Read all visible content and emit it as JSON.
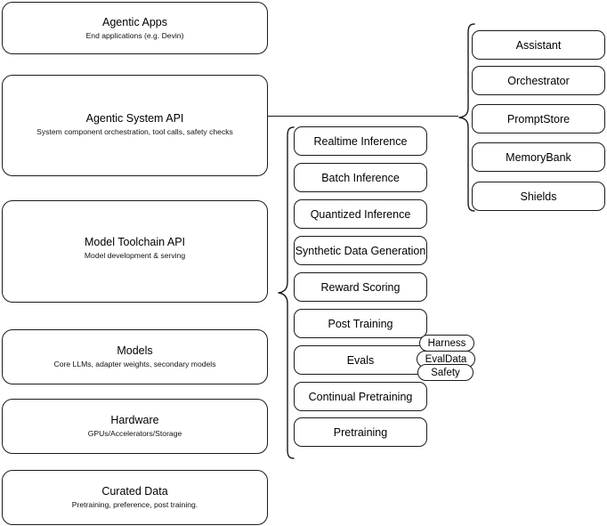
{
  "diagram": {
    "title": "AI stack layers",
    "accent_color": "#1a1a1a",
    "background_color": "#ffffff"
  },
  "stack_layers": [
    {
      "id": "agentic-apps",
      "title": "Agentic Apps",
      "subtitle": "End applications (e.g. Devin)"
    },
    {
      "id": "agentic-system-api",
      "title": "Agentic System API",
      "subtitle": "System component orchestration, tool calls, safety checks"
    },
    {
      "id": "model-toolchain-api",
      "title": "Model Toolchain API",
      "subtitle": "Model development & serving"
    },
    {
      "id": "models",
      "title": "Models",
      "subtitle": "Core LLMs, adapter weights, secondary models"
    },
    {
      "id": "hardware",
      "title": "Hardware",
      "subtitle": "GPUs/Accelerators/Storage"
    },
    {
      "id": "curated-data",
      "title": "Curated Data",
      "subtitle": "Pretraining, preference, post training."
    }
  ],
  "toolchain_capabilities": [
    {
      "id": "realtime-inference",
      "label": "Realtime Inference"
    },
    {
      "id": "batch-inference",
      "label": "Batch Inference"
    },
    {
      "id": "quantized-inference",
      "label": "Quantized Inference"
    },
    {
      "id": "synthetic-data-generation",
      "label": "Synthetic Data Generation"
    },
    {
      "id": "reward-scoring",
      "label": "Reward Scoring"
    },
    {
      "id": "post-training",
      "label": "Post Training"
    },
    {
      "id": "evals",
      "label": "Evals"
    },
    {
      "id": "continual-pretraining",
      "label": "Continual Pretraining"
    },
    {
      "id": "pretraining",
      "label": "Pretraining"
    }
  ],
  "evals_tags": [
    {
      "id": "harness",
      "label": "Harness"
    },
    {
      "id": "evaldata",
      "label": "EvalData"
    },
    {
      "id": "safety",
      "label": "Safety"
    }
  ],
  "agentic_system_components": [
    {
      "id": "assistant",
      "label": "Assistant"
    },
    {
      "id": "orchestrator",
      "label": "Orchestrator"
    },
    {
      "id": "promptstore",
      "label": "PromptStore"
    },
    {
      "id": "memorybank",
      "label": "MemoryBank"
    },
    {
      "id": "shields",
      "label": "Shields"
    }
  ]
}
